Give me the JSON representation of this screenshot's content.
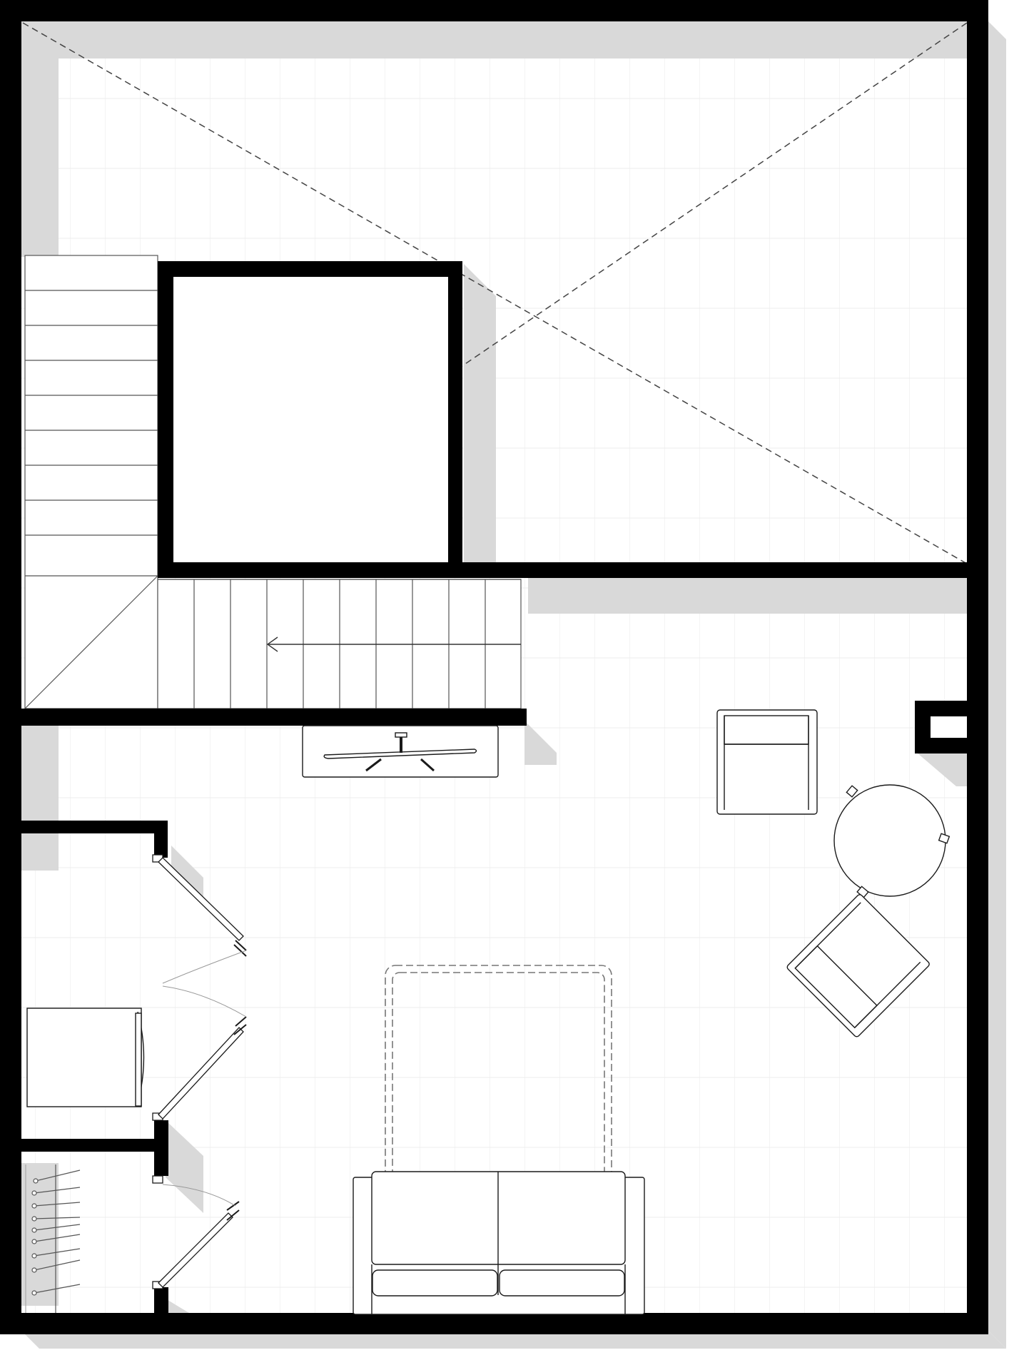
{
  "plan": {
    "colors": {
      "wall": "#000000",
      "shadow": "#d9d9d9",
      "floor": "#ffffff",
      "plank_line": "#e6e6e6",
      "furniture_line": "#1a1a1a",
      "thin_line": "#555555",
      "dashed": "#444444"
    },
    "rooms": [
      "open-void-above-living",
      "stairwell-core",
      "staircase",
      "living-room",
      "closet-upper",
      "closet-lower"
    ],
    "furniture": [
      "tv-console",
      "armchair-top",
      "round-side-table",
      "armchair-rotated",
      "sofa",
      "rug-dashed",
      "washer-dryer",
      "clothes-rail-hangers",
      "bifold-door-upper",
      "bifold-door-middle",
      "bifold-door-lower",
      "stair-direction-arrow",
      "wall-niche"
    ]
  }
}
